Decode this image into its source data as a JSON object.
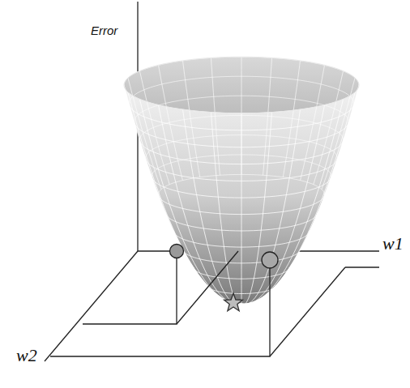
{
  "diagram": {
    "labels": [
      "Error",
      "w1",
      "w2"
    ]
  }
}
